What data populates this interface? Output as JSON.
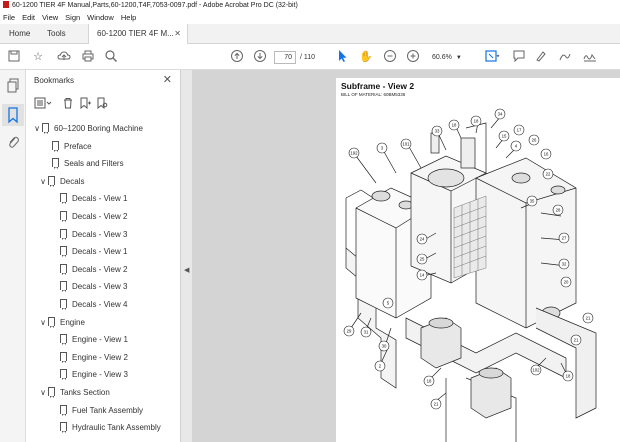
{
  "window": {
    "title": "60-1200 TIER 4F Manual,Parts,60-1200,T4F,7053-0097.pdf - Adobe Acrobat Pro DC (32-bit)"
  },
  "menu": [
    "File",
    "Edit",
    "View",
    "Sign",
    "Window",
    "Help"
  ],
  "tabs": {
    "home": "Home",
    "tools": "Tools",
    "document": "60-1200 TIER 4F M..."
  },
  "toolbar": {
    "page_current": "70",
    "page_total": "/ 110",
    "zoom": "60.6%"
  },
  "bookmarks_panel": {
    "title": "Bookmarks"
  },
  "bookmarks": [
    {
      "label": "60–1200 Boring Machine",
      "level": 0,
      "expanded": true
    },
    {
      "label": "Preface",
      "level": 1,
      "expanded": null
    },
    {
      "label": "Seals and Filters",
      "level": 1,
      "expanded": null
    },
    {
      "label": "Decals",
      "level": 1,
      "expanded": true
    },
    {
      "label": "Decals - View 1",
      "level": 2,
      "expanded": null
    },
    {
      "label": "Decals - View 2",
      "level": 2,
      "expanded": null
    },
    {
      "label": "Decals - View 3",
      "level": 2,
      "expanded": null
    },
    {
      "label": "Decals - View 1",
      "level": 2,
      "expanded": null
    },
    {
      "label": "Decals - View 2",
      "level": 2,
      "expanded": null
    },
    {
      "label": "Decals - View 3",
      "level": 2,
      "expanded": null
    },
    {
      "label": "Decals - View 4",
      "level": 2,
      "expanded": null
    },
    {
      "label": "Engine",
      "level": 1,
      "expanded": true
    },
    {
      "label": "Engine - View 1",
      "level": 2,
      "expanded": null
    },
    {
      "label": "Engine - View 2",
      "level": 2,
      "expanded": null
    },
    {
      "label": "Engine - View 3",
      "level": 2,
      "expanded": null
    },
    {
      "label": "Tanks Section",
      "level": 1,
      "expanded": true
    },
    {
      "label": "Fuel Tank Assembly",
      "level": 2,
      "expanded": null
    },
    {
      "label": "Hydraulic Tank Assembly",
      "level": 2,
      "expanded": null
    }
  ],
  "document_page": {
    "title": "Subframe - View 2",
    "subtitle": "BILL OF MATERIAL: 60BM5336",
    "callouts": [
      "192",
      "3",
      "101",
      "33",
      "18",
      "18",
      "34",
      "15",
      "4",
      "17",
      "26",
      "16",
      "22",
      "24",
      "25",
      "14",
      "28",
      "35",
      "27",
      "32",
      "20",
      "29",
      "31",
      "30",
      "2",
      "5",
      "21",
      "18",
      "21",
      "102",
      "18",
      "21"
    ]
  }
}
